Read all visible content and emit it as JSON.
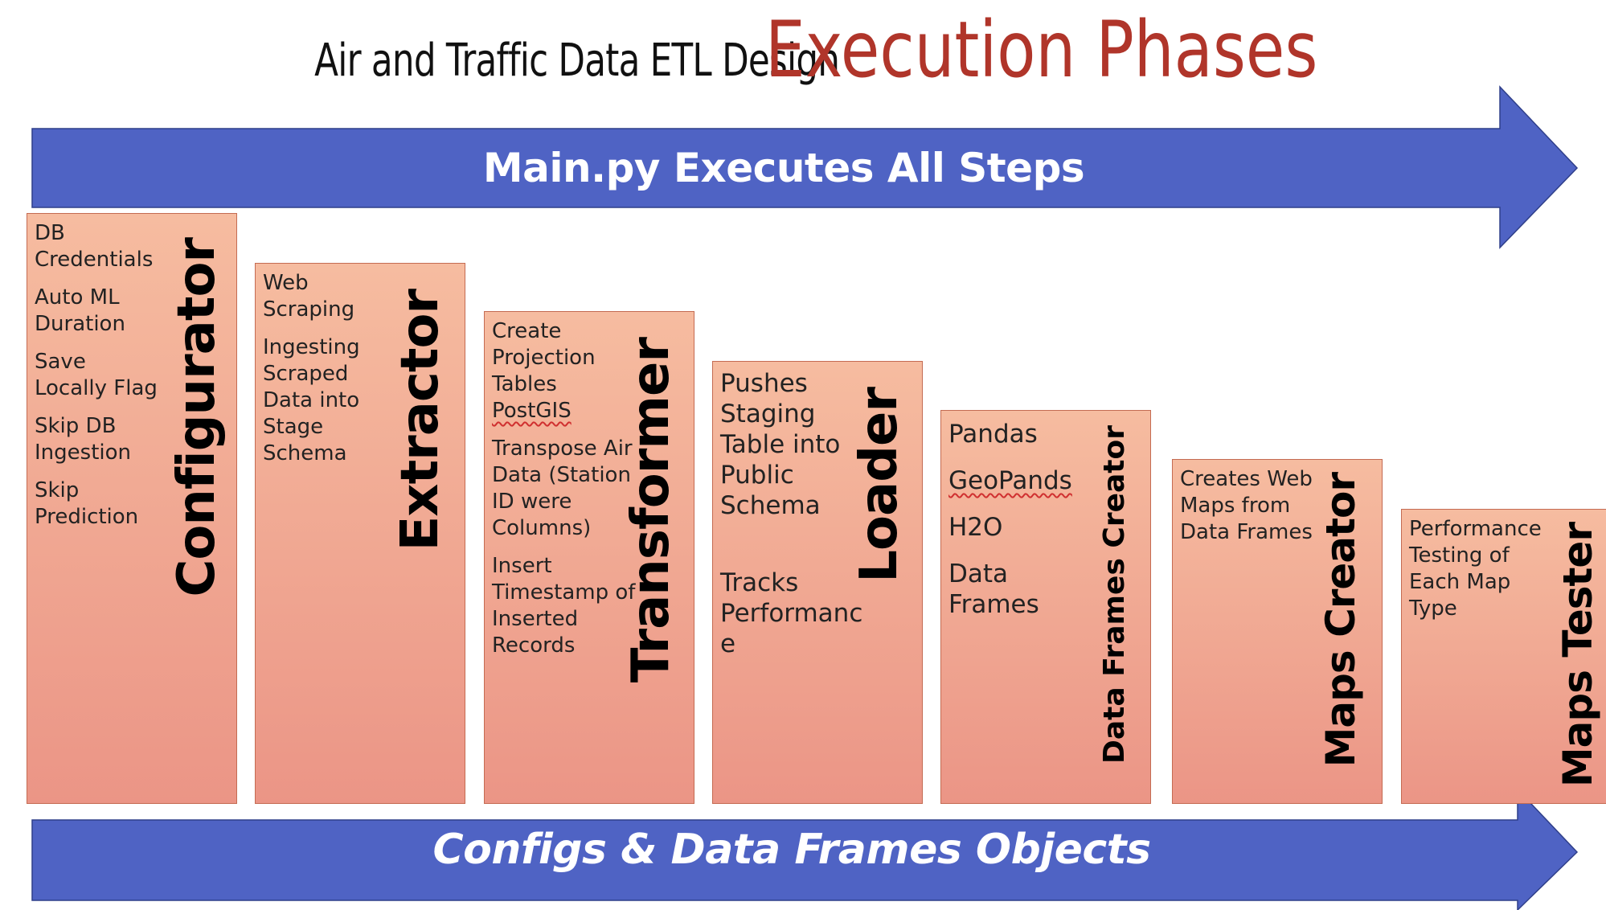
{
  "title": {
    "main": "Air and Traffic Data ETL Design",
    "accent": "Execution Phases"
  },
  "arrows": {
    "top": "Main.py Executes All Steps",
    "bottom": "Configs & Data Frames Objects"
  },
  "phases": [
    {
      "name": "Configurator",
      "items": [
        "DB Credentials",
        "Auto ML Duration",
        "Save Locally Flag",
        "Skip DB Ingestion",
        "Skip Prediction"
      ]
    },
    {
      "name": "Extractor",
      "items": [
        "Web Scraping",
        "Ingesting Scraped Data into Stage Schema"
      ]
    },
    {
      "name": "Transformer",
      "items": [
        "Create Projection Tables",
        "PostGIS",
        "Transpose Air Data (Station ID were Columns)",
        "Insert Timestamp of Inserted Records"
      ]
    },
    {
      "name": "Loader",
      "items": [
        "Pushes Staging Table into Public Schema",
        "Tracks Performanc e"
      ]
    },
    {
      "name": "Data Frames Creator",
      "items": [
        "Pandas",
        "GeoPands",
        "H2O",
        "Data Frames"
      ]
    },
    {
      "name": "Maps Creator",
      "items": [
        "Creates Web Maps from Data Frames"
      ]
    },
    {
      "name": "Maps Tester",
      "items": [
        "Performance Testing of Each Map Type"
      ]
    }
  ],
  "colors": {
    "arrow": "#4f63c4",
    "title_accent": "#b0352a",
    "box_top": "#f6bca0",
    "box_bottom": "#eb9586"
  }
}
